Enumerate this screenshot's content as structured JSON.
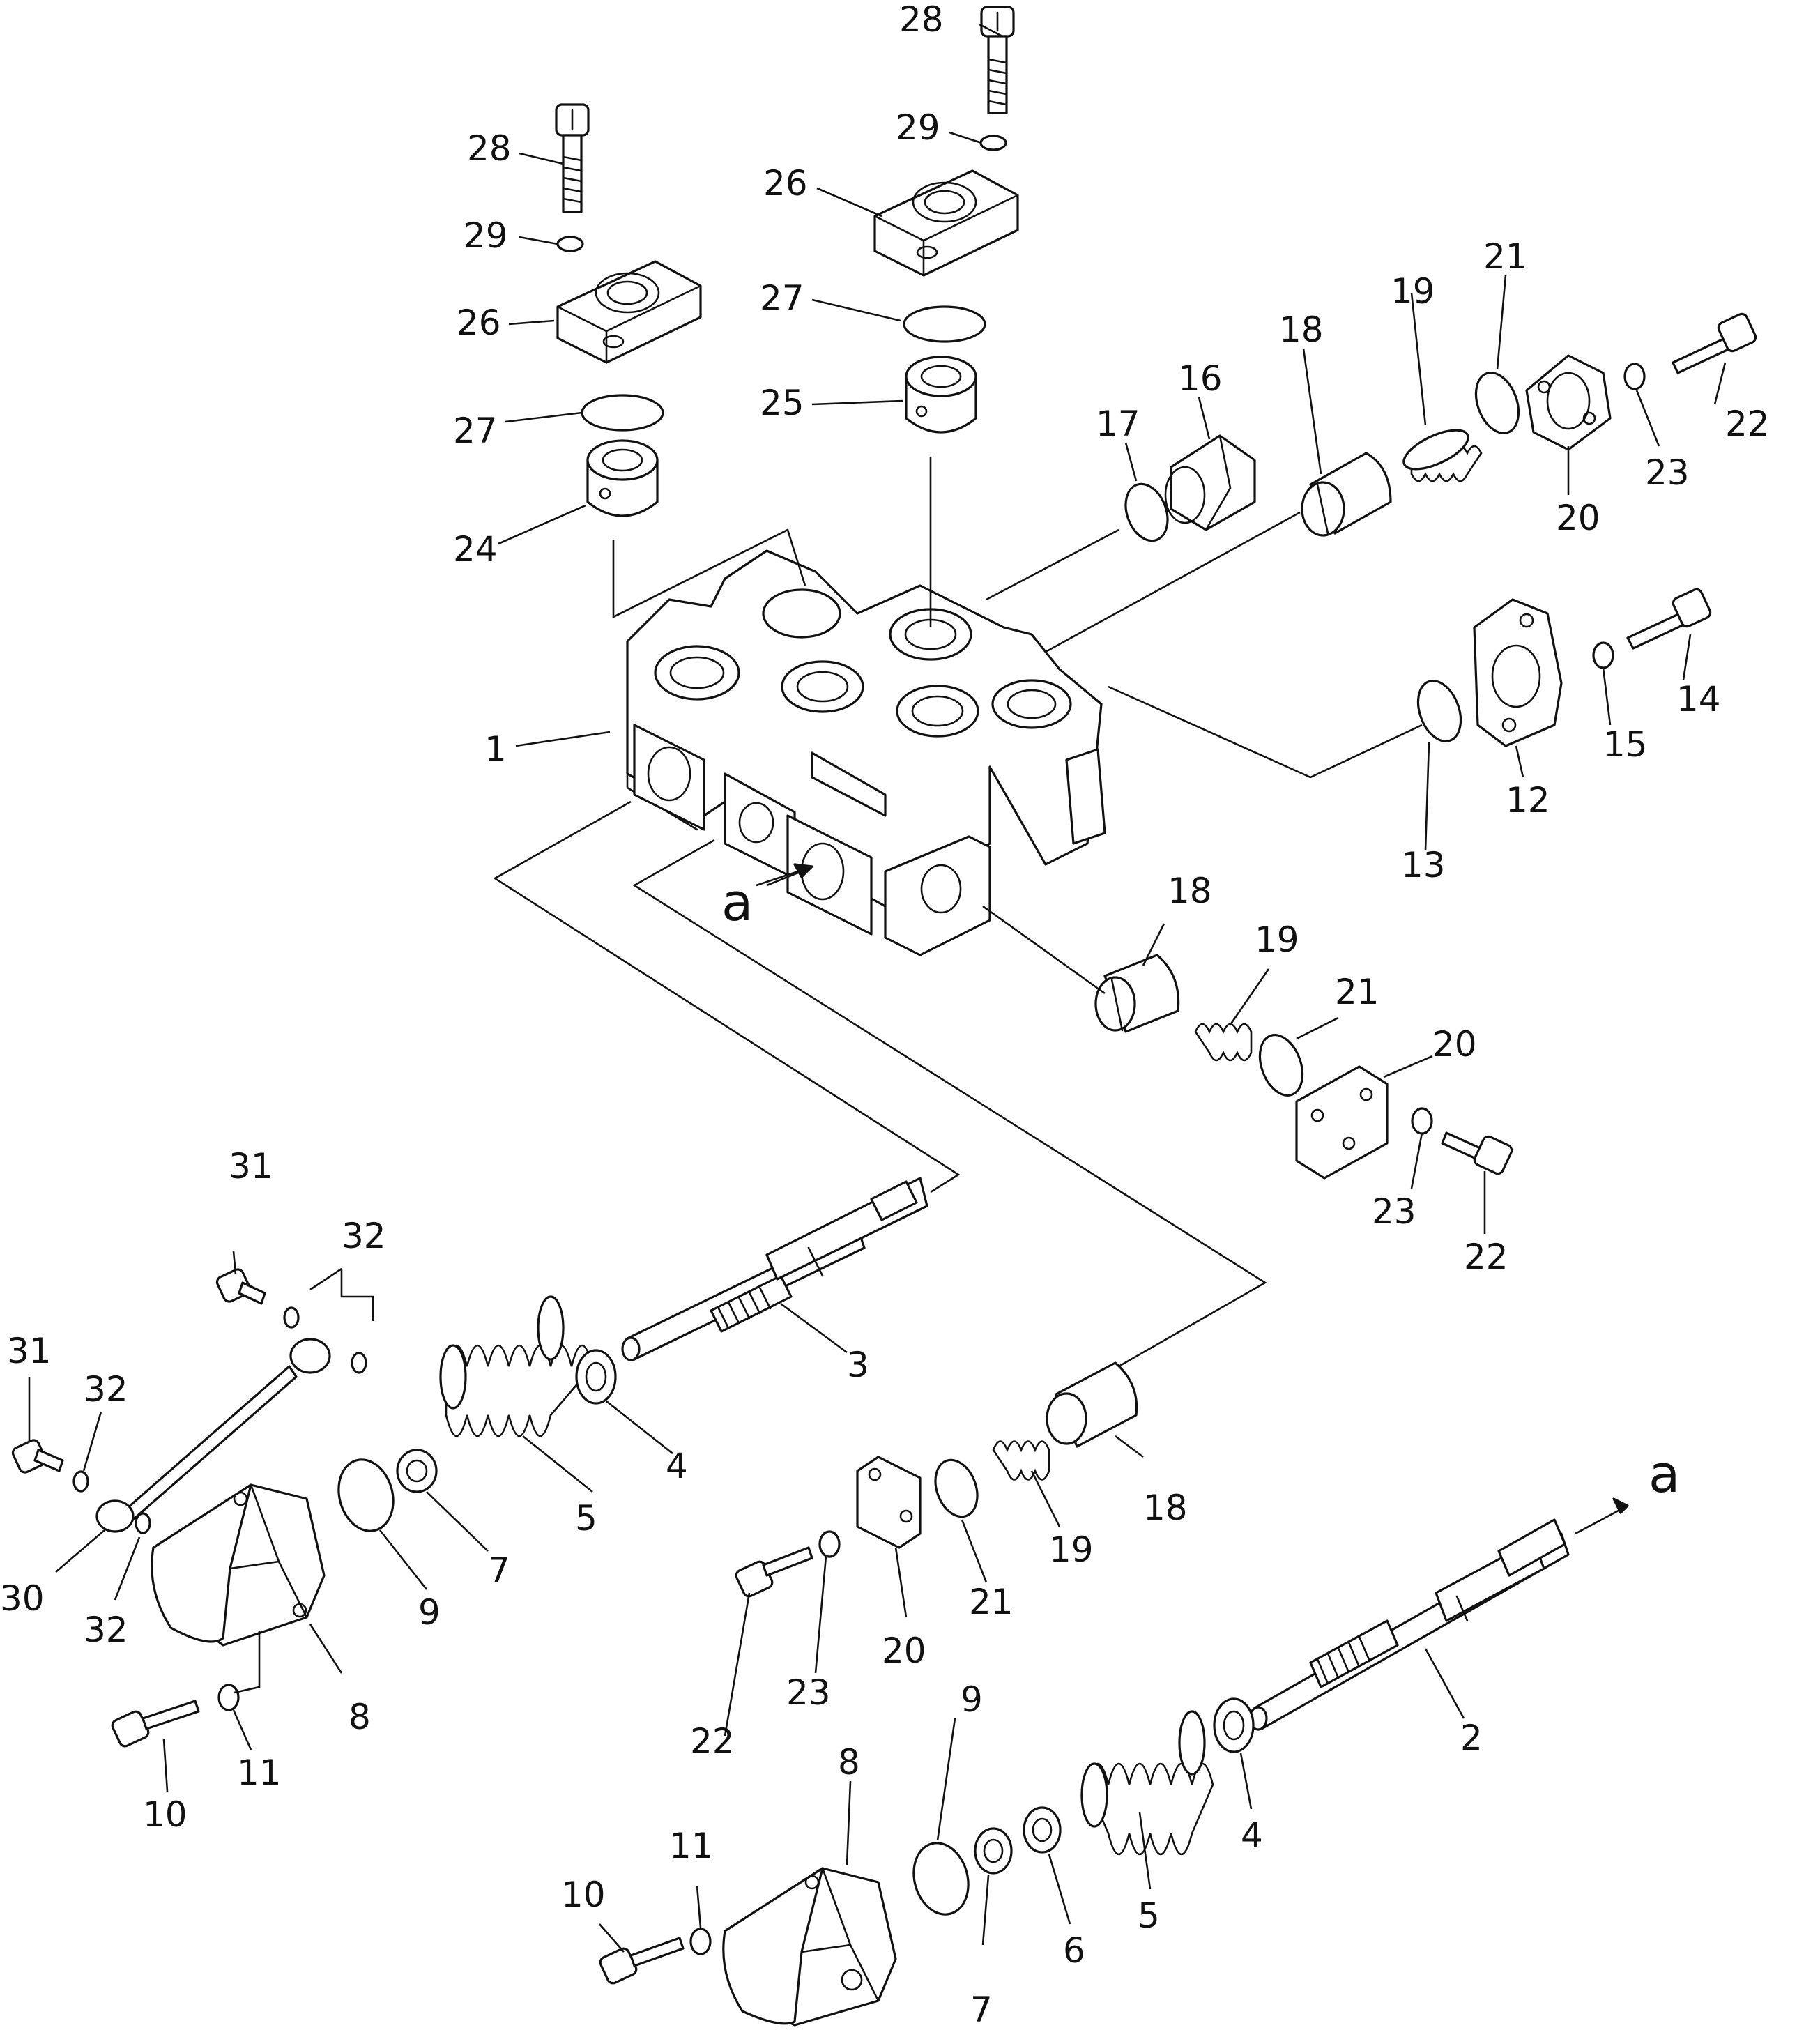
{
  "diagram": {
    "labels": {
      "n1": "1",
      "n2": "2",
      "n3": "3",
      "n4": "4",
      "n5": "5",
      "n6": "6",
      "n7": "7",
      "n8": "8",
      "n9": "9",
      "n10": "10",
      "n11": "11",
      "n12": "12",
      "n13": "13",
      "n14": "14",
      "n15": "15",
      "n16": "16",
      "n17": "17",
      "n18": "18",
      "n19": "19",
      "n20": "20",
      "n21": "21",
      "n22": "22",
      "n23": "23",
      "n24": "24",
      "n25": "25",
      "n26": "26",
      "n27": "27",
      "n28": "28",
      "n29": "29",
      "n30": "30",
      "n31": "31",
      "n32": "32",
      "a": "a"
    }
  }
}
